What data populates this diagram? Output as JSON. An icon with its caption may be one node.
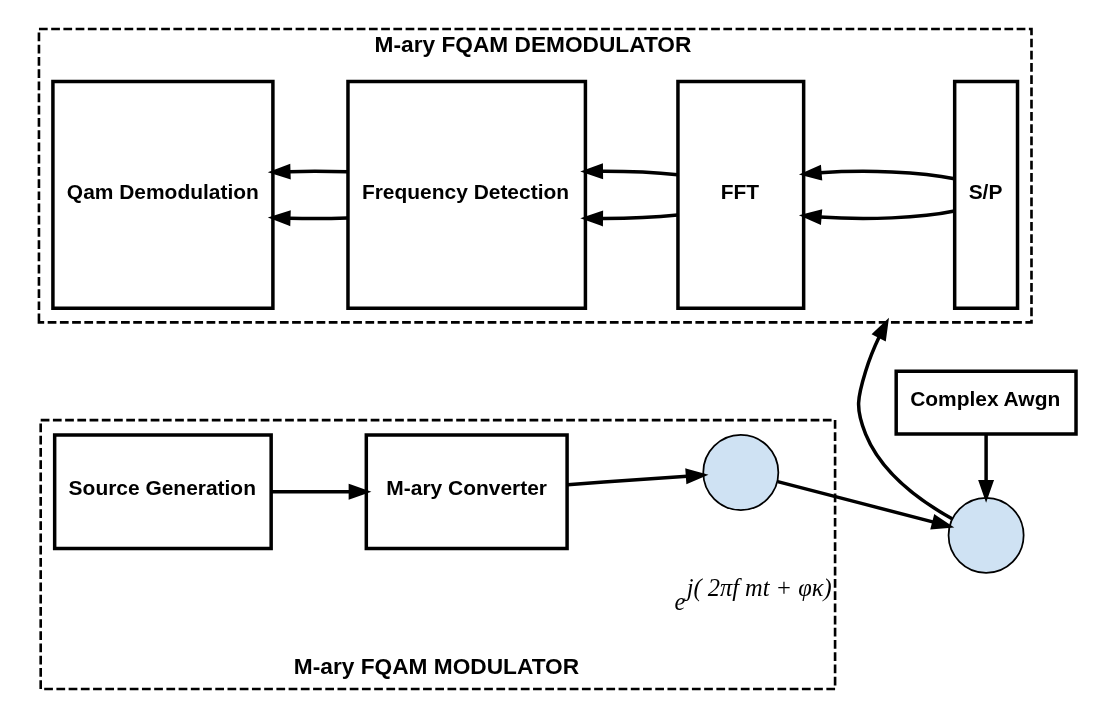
{
  "diagram": {
    "nodes": [
      {
        "text": [
          "M-ary FQAM MODULATOR"
        ]
      },
      {
        "text": [
          "Source Generation"
        ],
        "in": 0
      },
      {
        "text": [
          "M-ary Converter"
        ],
        "in": 0
      },
      {
        "text": [],
        "shape": "circle",
        "in": 0,
        "beside": [
          "e$^{j( 2πf mt + φκ)}$"
        ]
      },
      {
        "text": [
          "Complex Awgn"
        ]
      },
      {
        "text": [],
        "shape": "circle"
      },
      {
        "text": [
          "M-ary FQAM DEMODULATOR"
        ]
      },
      {
        "text": [
          "Qam Demodulation"
        ],
        "in": 6
      },
      {
        "text": [
          "Frequency Detection"
        ],
        "in": 6
      },
      {
        "text": [
          "FFT"
        ],
        "in": 6
      },
      {
        "text": [
          "S/P"
        ],
        "in": 6
      }
    ],
    "edges": [
      {
        "from": 1,
        "to": 2,
        "arrow": "to"
      },
      {
        "from": 2,
        "to": 3,
        "arrow": "to"
      },
      {
        "from": 3,
        "to": 5,
        "arrow": "to"
      },
      {
        "from": 4,
        "to": 5,
        "arrow": "to"
      },
      {
        "from": 5,
        "to": 6,
        "arrow": "to"
      },
      {
        "from": 10,
        "to": 9,
        "arrow": "to"
      },
      {
        "from": 10,
        "to": 9,
        "arrow": "to"
      },
      {
        "from": 9,
        "to": 8,
        "arrow": "to"
      },
      {
        "from": 9,
        "to": 8,
        "arrow": "to"
      },
      {
        "from": 8,
        "to": 7,
        "arrow": "to"
      },
      {
        "from": 8,
        "to": 7,
        "arrow": "to"
      }
    ]
  }
}
